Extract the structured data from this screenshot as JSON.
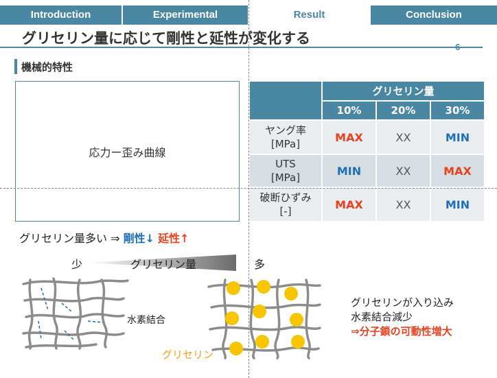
{
  "tabs": [
    {
      "label": "Introduction",
      "active": false
    },
    {
      "label": "Experimental",
      "active": false
    },
    {
      "label": "Result",
      "active": true
    },
    {
      "label": "Conclusion",
      "active": false
    }
  ],
  "slide": {
    "title": "グリセリン量に応じて剛性と延性が変化する",
    "page_number": "6"
  },
  "section": {
    "title": "機械的特性"
  },
  "placeholder": {
    "label": "応力ー歪み曲線"
  },
  "table": {
    "group_header": "グリセリン量",
    "columns": [
      "10%",
      "20%",
      "30%"
    ],
    "rows": [
      {
        "label_line1": "ヤング率",
        "label_line2": "[MPa]",
        "values": [
          "MAX",
          "XX",
          "MIN"
        ]
      },
      {
        "label_line1": "UTS",
        "label_line2": "[MPa]",
        "values": [
          "MIN",
          "XX",
          "MAX"
        ]
      },
      {
        "label_line1": "破断ひずみ",
        "label_line2": "[-]",
        "values": [
          "MAX",
          "XX",
          "MIN"
        ]
      }
    ]
  },
  "summary": {
    "prefix": "グリセリン量多い ⇒ ",
    "stiffness": "剛性",
    "stiffness_arrow": "↓",
    "ductility": "延性",
    "ductility_arrow": "↑"
  },
  "gauge": {
    "few": "少",
    "label": "グリセリン量",
    "many": "多"
  },
  "diagram": {
    "hydrogen_bond_label": "水素結合",
    "glycerol_label": "グリセリン"
  },
  "note": {
    "line1": "グリセリンが入り込み",
    "line2": "水素結合減少",
    "line3": "⇒分子鎖の可動性増大"
  },
  "colors": {
    "accent": "#4a87a2",
    "max": "#e8411f",
    "min": "#1f6fb6",
    "glycerol": "#f7c600"
  }
}
